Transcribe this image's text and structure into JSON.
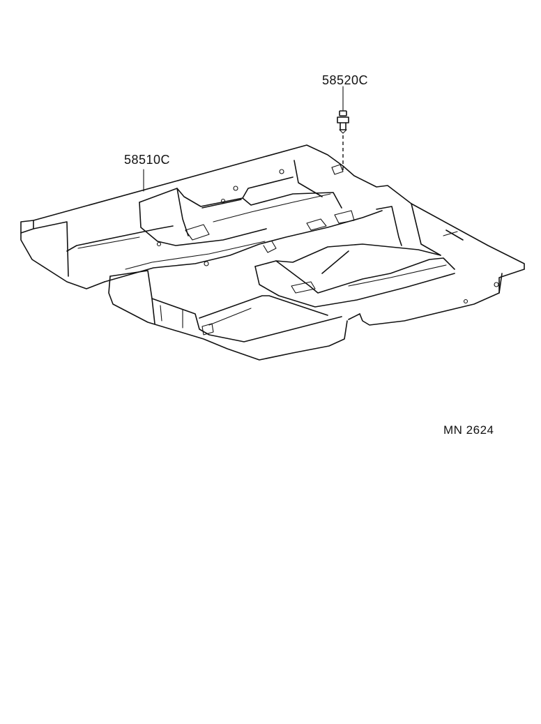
{
  "diagram": {
    "callouts": [
      {
        "part_number": "58520C",
        "part": "clip"
      },
      {
        "part_number": "58510C",
        "part": "floor-carpet"
      }
    ],
    "diagram_code": "MN 2624"
  }
}
